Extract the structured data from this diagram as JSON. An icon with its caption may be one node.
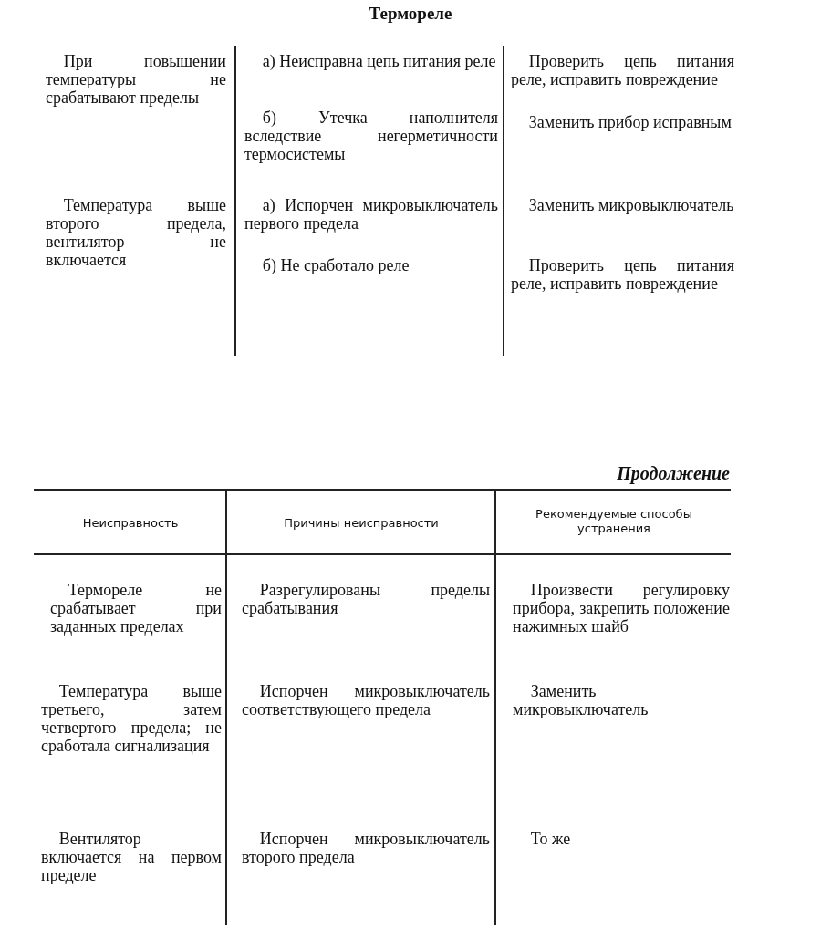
{
  "diagram": {
    "title": "Термореле",
    "labels": [
      "При повышении температуры не срабатывают пределы",
      "а) Неисправна цепь питания реле",
      "Проверить цепь питания реле, исправить повреждение",
      "б) Утечка наполнителя вследствие негерметичности термосистемы",
      "Заменить прибор исправным",
      "Температура выше второго предела, вентилятор не включается",
      "а) Испорчен микровыключатель первого предела",
      "Заменить микровыключатель",
      "б) Не сработало реле",
      "Проверить цепь питания реле, исправить повреждение",
      "Продолжение",
      "Неисправность",
      "Причины неисправности",
      "Рекомендуемые способы устранения",
      "Термореле не срабатывает при заданных пределах",
      "Разрегулированы пределы срабатывания",
      "Произвести регулировку прибора, закрепить положение нажимных шайб",
      "Температура выше третьего, затем четвертого предела; не сработала сигнализация",
      "Испорчен микровыключатель соответствующего предела",
      "Заменить микровыключатель",
      "Вентилятор включается на первом пределе",
      "Испорчен микровыключатель второго предела",
      "То же"
    ]
  }
}
